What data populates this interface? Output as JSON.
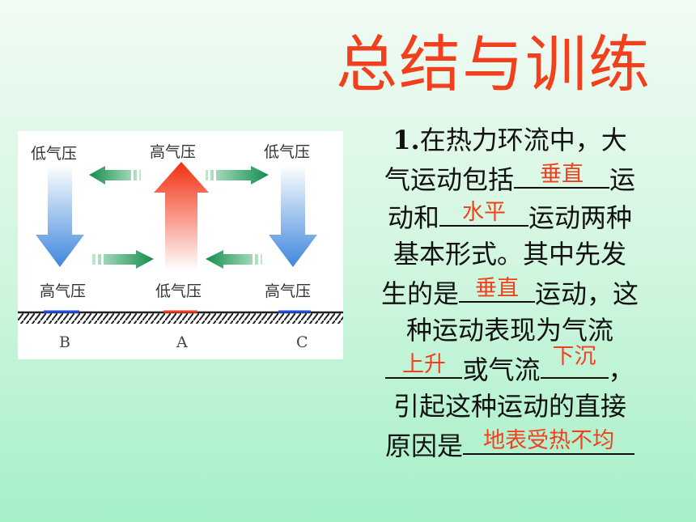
{
  "title": "总结与训练",
  "diagram": {
    "top_labels": [
      "低气压",
      "高气压",
      "低气压"
    ],
    "bottom_labels": [
      "高气压",
      "低气压",
      "高气压"
    ],
    "letters": [
      "B",
      "A",
      "C"
    ],
    "colors": {
      "blue_arrow": "#4a8fe0",
      "red_arrow": "#f0331a",
      "green_arrow": "#1f9a5a",
      "low_marker": "#f04020",
      "high_marker": "#2050e0"
    }
  },
  "question": {
    "number": "1.",
    "p1": "在热力环流中，大",
    "p2": "气运动包括",
    "p3": "运",
    "p4": "动和",
    "p5": "运动两种",
    "p6": "基本形式。其中先发",
    "p7": "生的是",
    "p8": "运动，这",
    "p9": "种运动表现为气流",
    "p10": "或气流",
    "p11": "，",
    "p12": "引起这种运动的直接",
    "p13": "原因是"
  },
  "answers": {
    "a1": "垂直",
    "a2": "水平",
    "a3": "垂直",
    "a4": "上升",
    "a5": "下沉",
    "a6": "地表受热不均"
  },
  "colors": {
    "title": "#f2401e",
    "answer": "#f2401e"
  }
}
